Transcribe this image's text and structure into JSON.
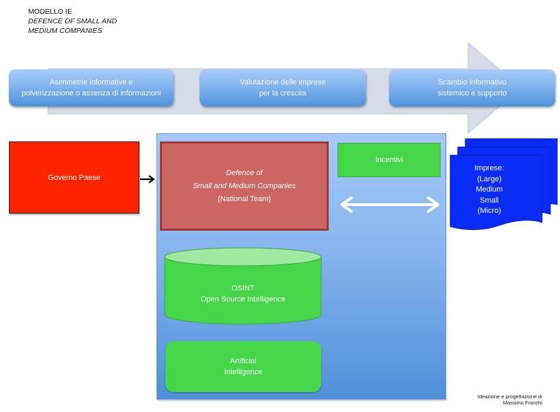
{
  "header": {
    "line1": "MODELLO IE",
    "line2": "DEFENCE OF SMALL AND",
    "line3": "MEDIUM COMPANIES"
  },
  "process_steps": [
    {
      "line1": "Asimmetrie informative e",
      "line2": "polverizzazione o assenza di informazioni"
    },
    {
      "line1": "Valutazione delle imprese",
      "line2": "per la crescita"
    },
    {
      "line1": "Scambio informativo",
      "line2": "sistemico e supporto"
    }
  ],
  "nodes": {
    "governo": {
      "label": "Governo Paese"
    },
    "defence": {
      "line1": "Defence of",
      "line2": "Small and Medium Companies",
      "line3": "(National Team)"
    },
    "incentivi": {
      "label": "Incentivi"
    },
    "imprese": {
      "lines": [
        "Imprese:",
        "(Large)",
        "Medium",
        "Small",
        "(Micro)"
      ]
    },
    "osint": {
      "line1": "OSINT",
      "line2": "Open Source Intelligence"
    },
    "ai": {
      "line1": "Artificial",
      "line2": "Intelligence"
    }
  },
  "credit": {
    "line1": "Ideazione e progettazione di",
    "line2": "Massimo Franchi"
  },
  "colors": {
    "governo": "#ff2400",
    "defence": "#cd6562",
    "green": "#45d64a",
    "imprese": "#0a2cf5",
    "panel": "#86b4ee",
    "big_arrow": "#d6dce8"
  }
}
